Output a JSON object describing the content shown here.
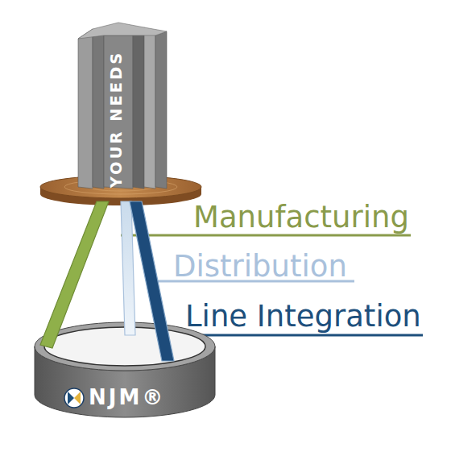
{
  "diagram": {
    "nodes": [
      {
        "text": [
          "YOUR NEEDS"
        ]
      },
      {
        "text": [
          "NJM®"
        ]
      }
    ],
    "labels": [
      "Manufacturing",
      "Distribution",
      "Line Integration"
    ]
  }
}
